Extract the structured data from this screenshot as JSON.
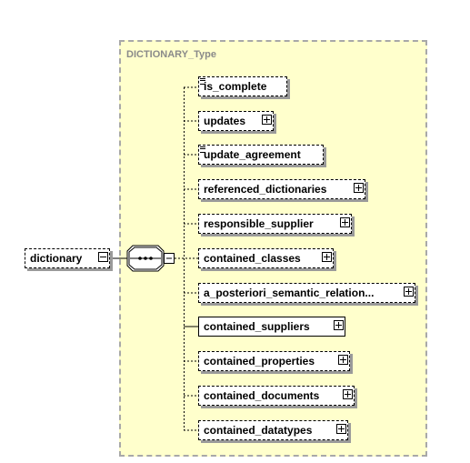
{
  "type": {
    "name": "DICTIONARY_Type"
  },
  "root": {
    "name": "dictionary"
  },
  "sequence": {
    "icon": "sequence-compositor-icon"
  },
  "elements": [
    {
      "name": "is_complete",
      "kind": "simple",
      "optional": true,
      "expandable": false
    },
    {
      "name": "updates",
      "kind": "complex",
      "optional": true,
      "expandable": true
    },
    {
      "name": "update_agreement",
      "kind": "simple",
      "optional": true,
      "expandable": false
    },
    {
      "name": "referenced_dictionaries",
      "kind": "complex",
      "optional": true,
      "expandable": true
    },
    {
      "name": "responsible_supplier",
      "kind": "complex",
      "optional": true,
      "expandable": true
    },
    {
      "name": "contained_classes",
      "kind": "complex",
      "optional": true,
      "expandable": true
    },
    {
      "name": "a_posteriori_semantic_relation...",
      "kind": "complex",
      "optional": true,
      "expandable": true
    },
    {
      "name": "contained_suppliers",
      "kind": "complex",
      "optional": false,
      "expandable": true
    },
    {
      "name": "contained_properties",
      "kind": "complex",
      "optional": true,
      "expandable": true
    },
    {
      "name": "contained_documents",
      "kind": "complex",
      "optional": true,
      "expandable": true
    },
    {
      "name": "contained_datatypes",
      "kind": "complex",
      "optional": true,
      "expandable": true
    }
  ]
}
